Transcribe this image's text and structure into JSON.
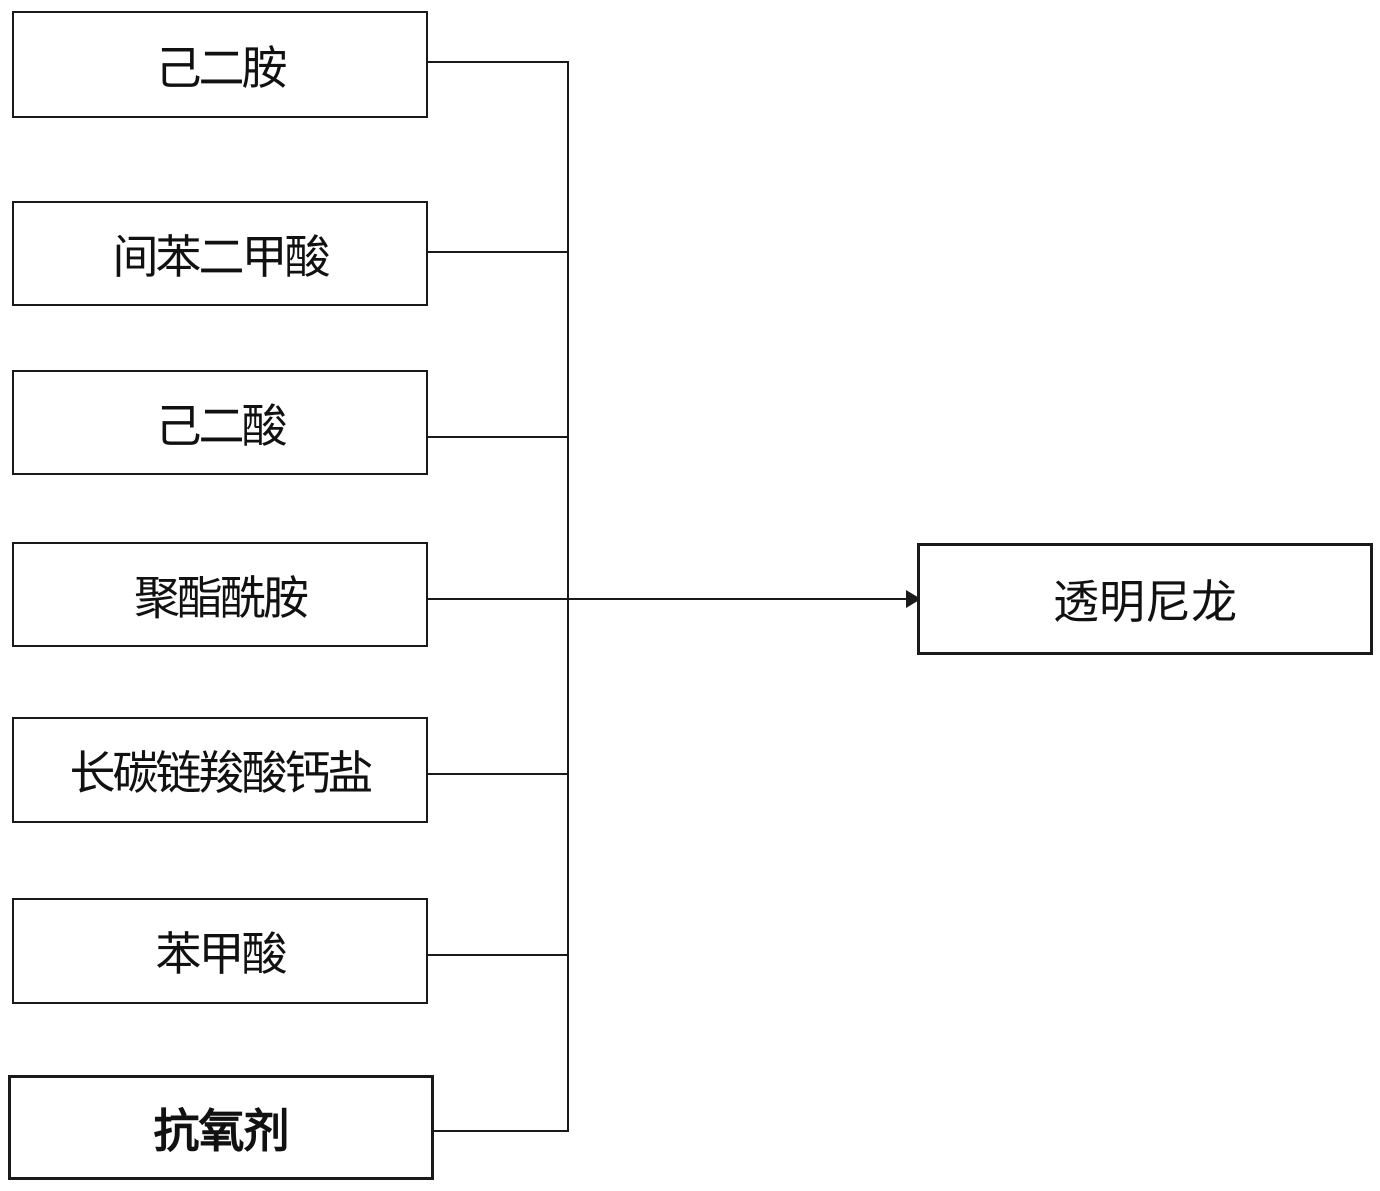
{
  "diagram": {
    "inputs": [
      {
        "label": "己二胺"
      },
      {
        "label": "间苯二甲酸"
      },
      {
        "label": "己二酸"
      },
      {
        "label": "聚酯酰胺"
      },
      {
        "label": "长碳链羧酸钙盐"
      },
      {
        "label": "苯甲酸"
      },
      {
        "label": "抗氧剂"
      }
    ],
    "output": {
      "label": "透明尼龙"
    },
    "line_color": "#1a1a1a"
  }
}
